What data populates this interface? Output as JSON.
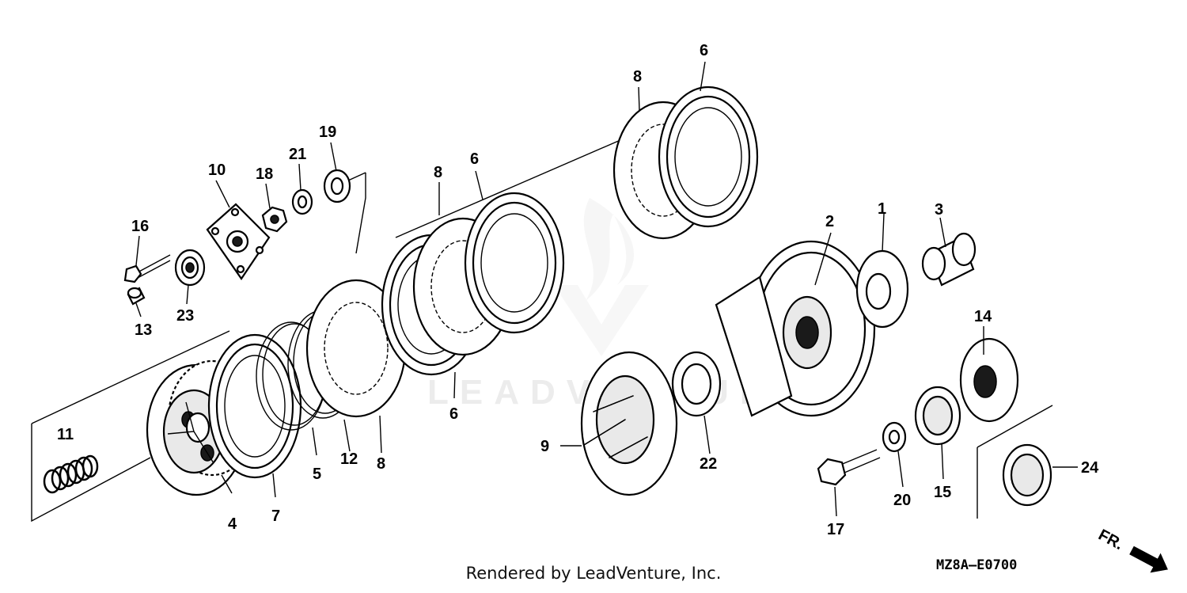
{
  "diagram": {
    "part_labels": [
      "1",
      "2",
      "3",
      "4",
      "5",
      "6",
      "6",
      "6",
      "7",
      "8",
      "8",
      "8",
      "9",
      "10",
      "11",
      "12",
      "13",
      "14",
      "15",
      "16",
      "17",
      "18",
      "19",
      "20",
      "21",
      "22",
      "23",
      "24"
    ],
    "drawing_code": "MZ8A—E0700",
    "direction_marker": "FR.",
    "credit": "Rendered by LeadVenture, Inc.",
    "watermark": "LEADVENTURE"
  },
  "colors": {
    "ink": "#000000",
    "background": "#ffffff",
    "watermark": "#ececec"
  }
}
